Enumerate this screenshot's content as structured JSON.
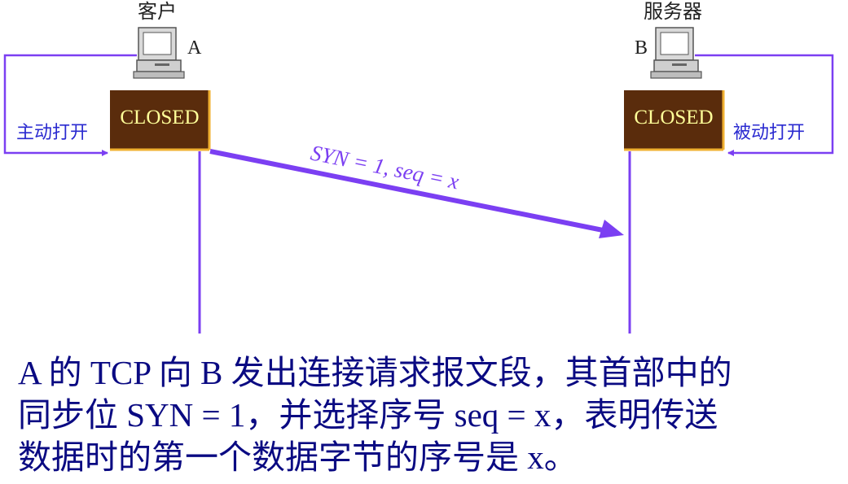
{
  "client": {
    "title": "客户",
    "host_label": "A",
    "state": "CLOSED",
    "open_action": "主动打开"
  },
  "server": {
    "title": "服务器",
    "host_label": "B",
    "state": "CLOSED",
    "open_action": "被动打开"
  },
  "message": {
    "label": "SYN = 1, seq = x"
  },
  "caption": {
    "lines": [
      "A 的 TCP 向 B 发出连接请求报文段，其首部中的",
      "同步位 SYN = 1，并选择序号 seq = x，表明传送",
      "数据时的第一个数据字节的序号是 x。"
    ]
  },
  "colors": {
    "arrow": "#7b3ff2",
    "state_box": "#5a2c0c",
    "state_text": "#ffff99",
    "action_text": "#2a2ad0",
    "caption_text": "#0a0a82",
    "label_text": "#222222"
  },
  "icons": {
    "client_host": "computer-icon",
    "server_host": "computer-icon"
  }
}
